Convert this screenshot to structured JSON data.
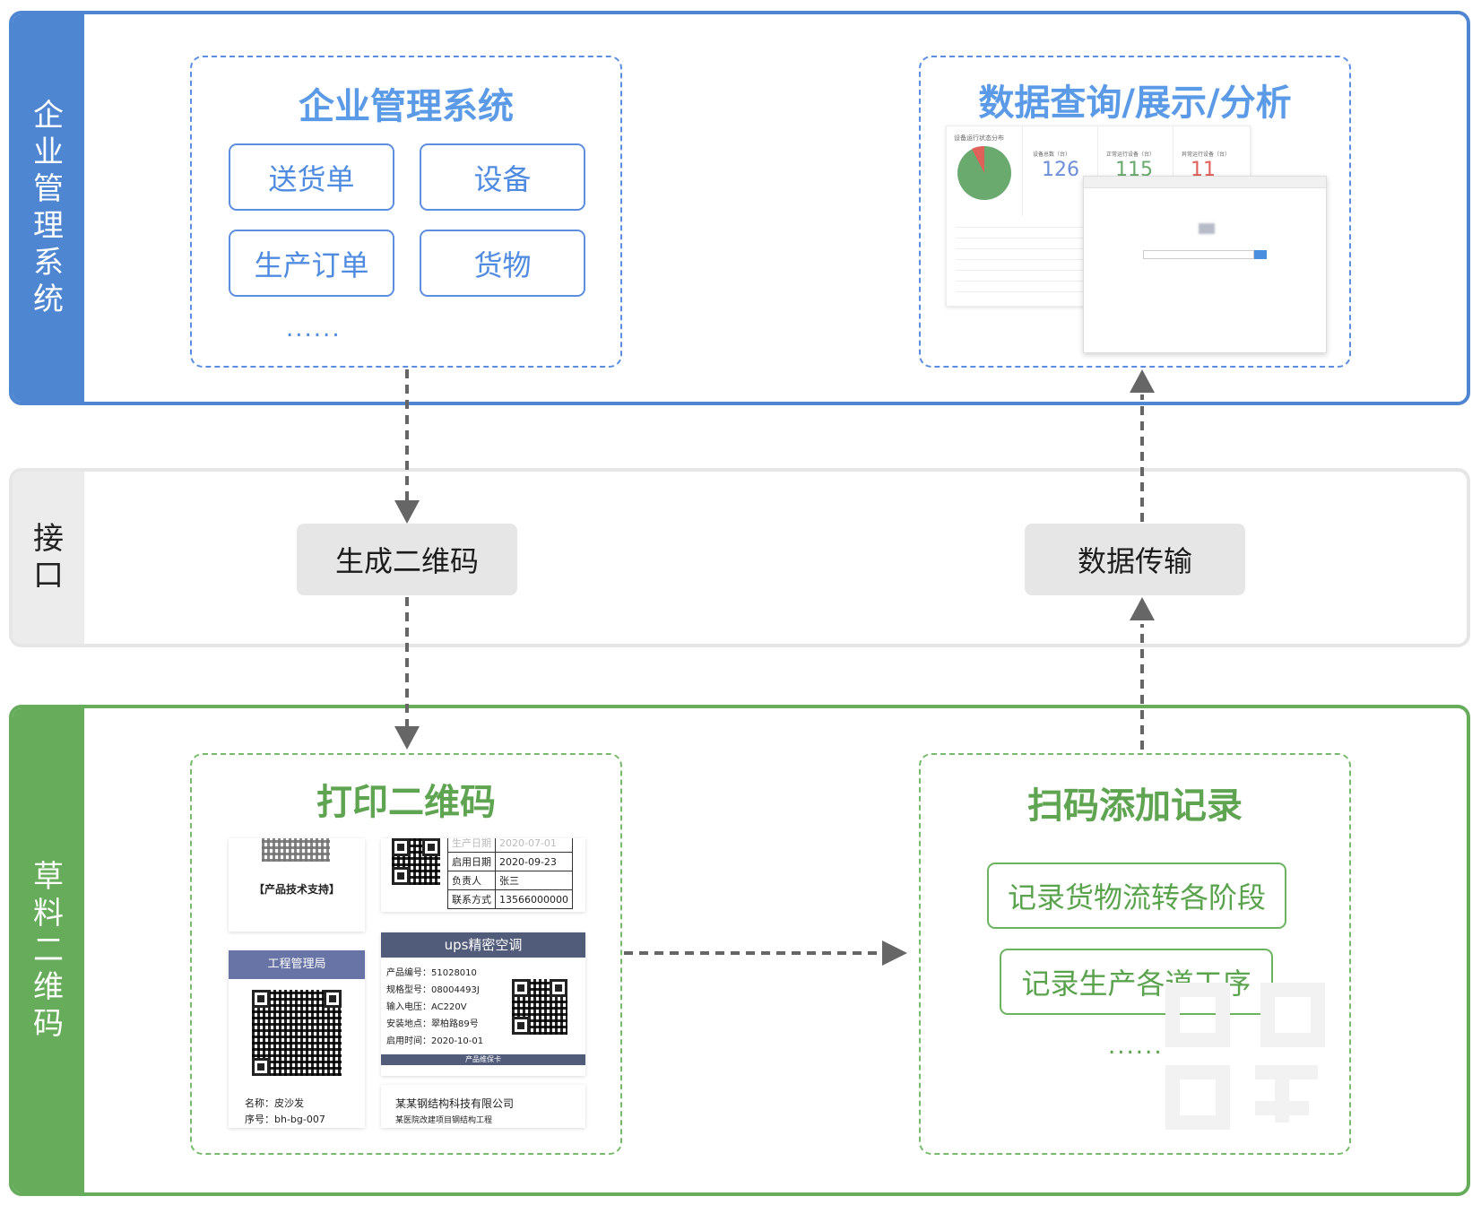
{
  "layers": {
    "top_label": "企业管理系统",
    "mid_label": "接口",
    "bot_label": "草料二维码"
  },
  "enterprise_box": {
    "title": "企业管理系统",
    "items": [
      "送货单",
      "设备",
      "生产订单",
      "货物"
    ],
    "ellipsis": "......"
  },
  "query_box": {
    "title": "数据查询/展示/分析",
    "dashboard": {
      "pie_title": "设备运行状态分布",
      "stats": [
        {
          "label": "设备总数（台）",
          "value": "126"
        },
        {
          "label": "正常运行设备（台）",
          "value": "115"
        },
        {
          "label": "异常运行设备（台）",
          "value": "11"
        }
      ]
    }
  },
  "interface": {
    "generate_qr": "生成二维码",
    "data_transfer": "数据传输"
  },
  "print_box": {
    "title": "打印二维码",
    "label_support": "【产品技术支持】",
    "table_rows": [
      [
        "生产日期",
        "2020-07-01"
      ],
      [
        "启用日期",
        "2020-09-23"
      ],
      [
        "负责人",
        "张三"
      ],
      [
        "联系方式",
        "13566000000"
      ]
    ],
    "bureau_title": "工程管理局",
    "bureau_name": "名称：皮沙发",
    "bureau_serial": "序号：bh-bg-007",
    "ups_title": "ups精密空调",
    "ups_lines": [
      "产品编号：51028010",
      "规格型号：08004493J",
      "输入电压：AC220V",
      "安装地点：翠柏路89号",
      "启用时间：2020-10-01"
    ],
    "ups_footer": "产品维保卡",
    "company_name": "某某钢结构科技有限公司",
    "company_project": "某医院改建项目钢结构工程"
  },
  "scan_box": {
    "title": "扫码添加记录",
    "items": [
      "记录货物流转各阶段",
      "记录生产各道工序"
    ],
    "ellipsis": "......"
  },
  "colors": {
    "enterprise_blue": "#4f86d2",
    "interface_gray": "#e6e6e6",
    "qr_green": "#67ac5b"
  }
}
